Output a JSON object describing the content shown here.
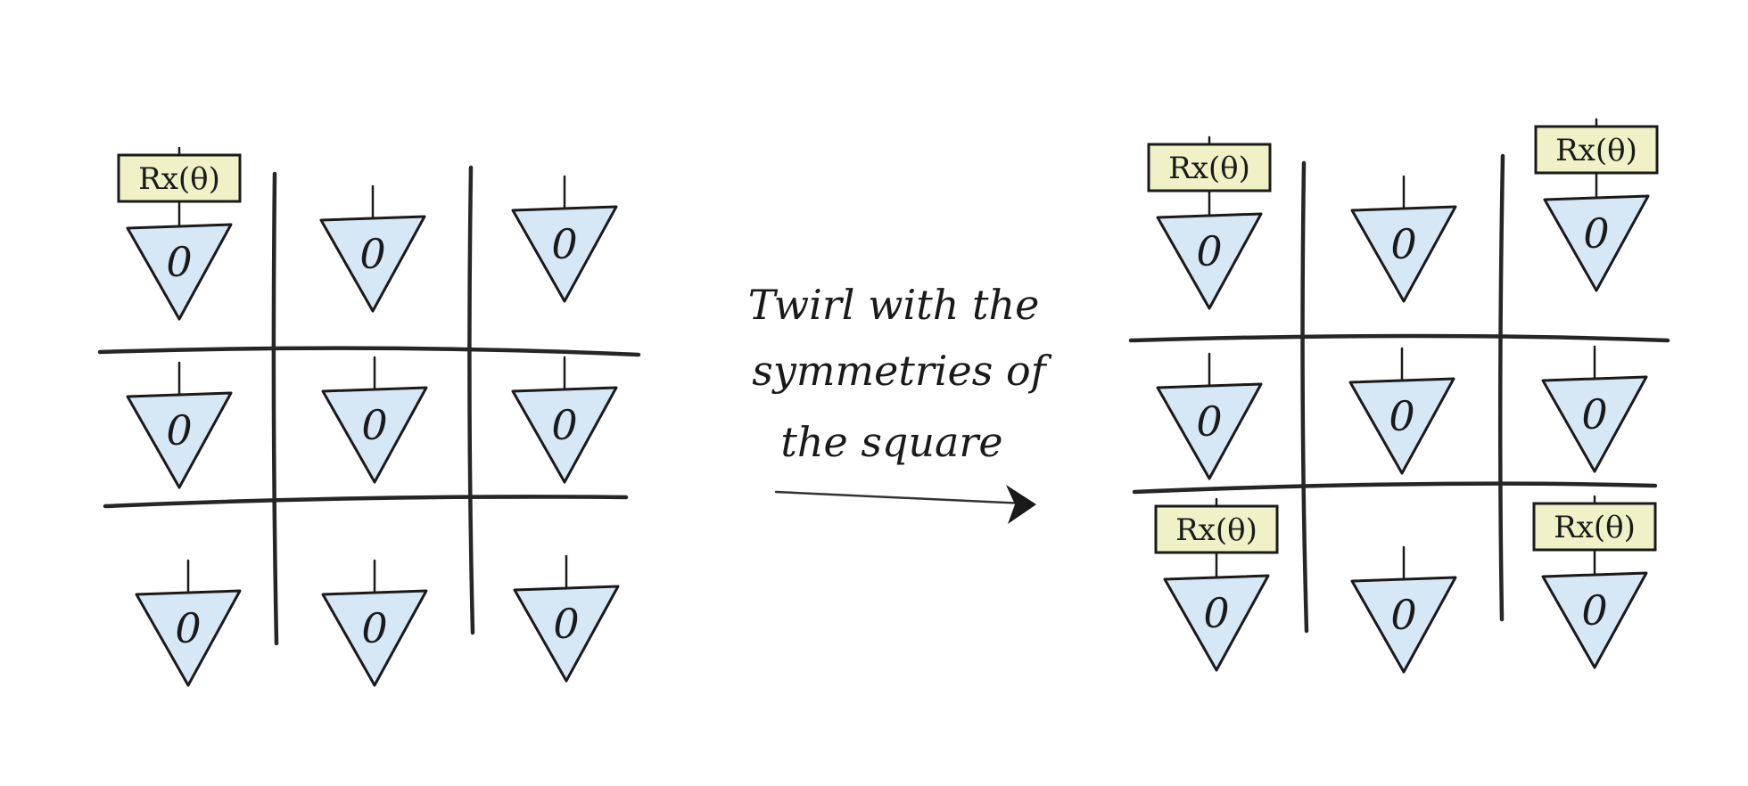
{
  "caption": {
    "line1": "Twirl with the",
    "line2": "symmetries of",
    "line3": "the square"
  },
  "qubit_label": "0",
  "gate_label": "Rx(θ)",
  "colors": {
    "triangle_fill": "#d6e7f6",
    "gate_fill": "#f1f1c8",
    "ink": "#1a1a1a"
  },
  "left_grid": {
    "gated_cells": [
      "top-left"
    ]
  },
  "right_grid": {
    "gated_cells": [
      "top-left",
      "top-right",
      "bottom-left",
      "bottom-right"
    ]
  }
}
